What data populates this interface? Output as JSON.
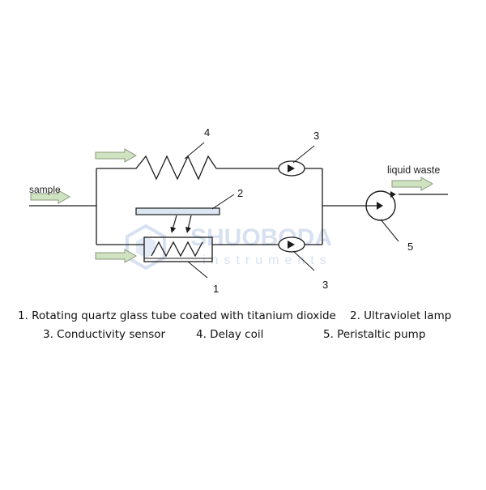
{
  "labels": {
    "sample": "sample",
    "liquid_waste": "liquid waste",
    "num_1": "1",
    "num_2": "2",
    "num_3_top": "3",
    "num_3_bottom": "3",
    "num_4": "4",
    "num_5": "5"
  },
  "watermark": {
    "brand": "SHUOBODA",
    "sub": "instruments"
  },
  "legend": {
    "item1": "1. Rotating quartz glass tube coated with titanium dioxide",
    "item2": "2. Ultraviolet lamp",
    "item3": "3. Conductivity sensor",
    "item4": "4. Delay coil",
    "item5": "5. Peristaltic pump"
  },
  "colors": {
    "line": "#1a1a1a",
    "arrow_fill": "#cfe3c1",
    "arrow_stroke": "#8a9a7e",
    "lamp_fill": "#dbe6f3",
    "watermark": "#b9c9e6"
  }
}
